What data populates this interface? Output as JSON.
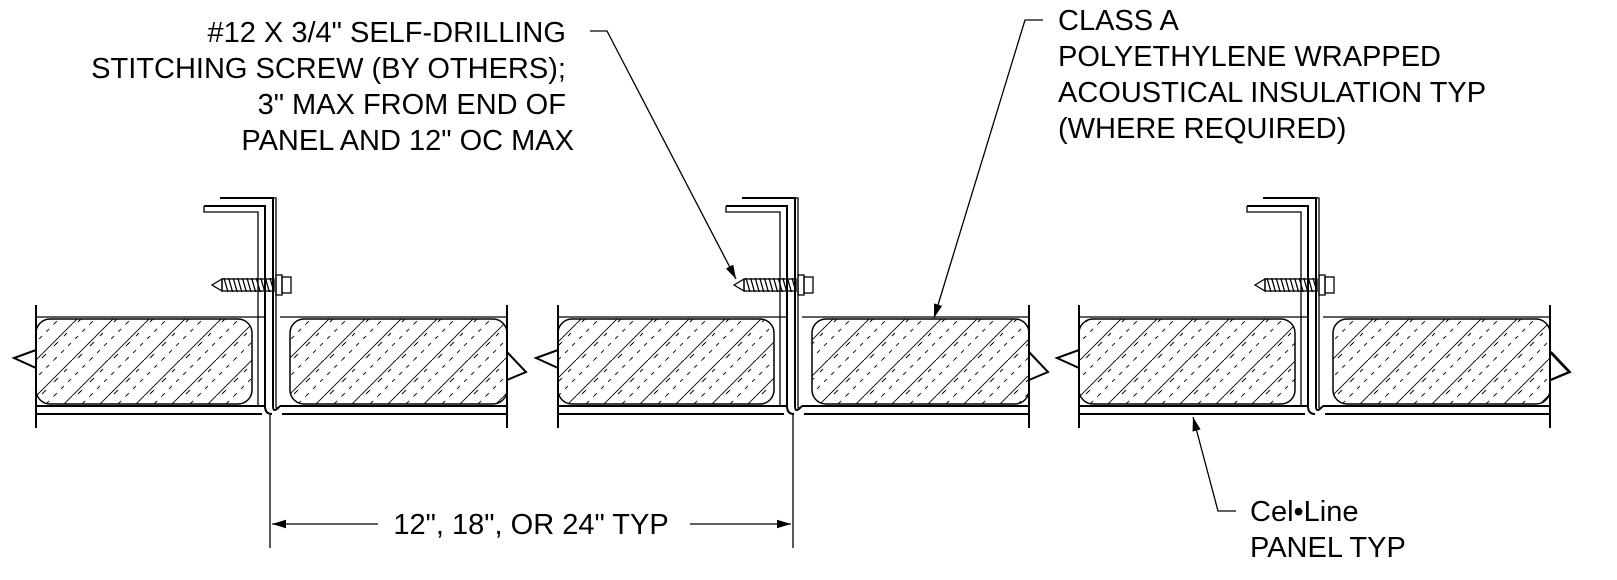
{
  "notes": {
    "screw": [
      "#12 X 3/4\" SELF-DRILLING",
      "STITCHING SCREW (BY OTHERS);",
      "3\" MAX FROM END OF",
      "PANEL AND 12\" OC MAX"
    ],
    "insulation": [
      "CLASS A",
      "POLYETHYLENE WRAPPED",
      "ACOUSTICAL INSULATION TYP",
      "(WHERE REQUIRED)"
    ],
    "dimension": "12\", 18\", OR 24\" TYP",
    "panel": [
      "Cel•Line",
      "PANEL TYP"
    ]
  }
}
